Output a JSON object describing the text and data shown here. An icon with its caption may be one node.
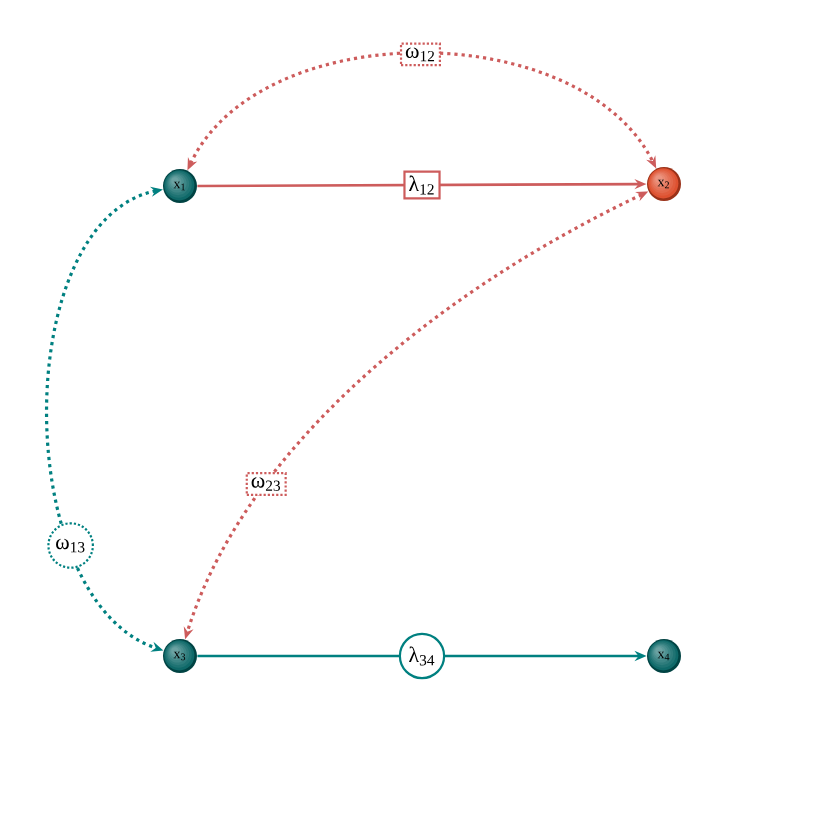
{
  "diagram": {
    "nodes": [
      {
        "text": [
          "x$_{1}$"
        ]
      },
      {
        "text": [
          "x$_{2}$"
        ]
      },
      {
        "text": [
          "x$_{3}$"
        ]
      },
      {
        "text": [
          "x$_{4}$"
        ]
      }
    ],
    "edges": [
      {
        "from": 0,
        "to": 1,
        "arrow": "to",
        "label": "λ$_{12}$",
        "color": "#cd5c5c"
      },
      {
        "from": 0,
        "to": 1,
        "arrow": "both",
        "label": "ω$_{12}$",
        "style": "dashed",
        "color": "#cd5c5c"
      },
      {
        "from": 1,
        "to": 2,
        "arrow": "both",
        "label": "ω$_{23}$",
        "style": "dashed",
        "color": "#cd5c5c"
      },
      {
        "from": 0,
        "to": 2,
        "arrow": "both",
        "label": "ω$_{13}$",
        "style": "dashed",
        "color": "#008080"
      },
      {
        "from": 2,
        "to": 3,
        "arrow": "to",
        "label": "λ$_{34}$",
        "color": "#008080"
      }
    ]
  }
}
